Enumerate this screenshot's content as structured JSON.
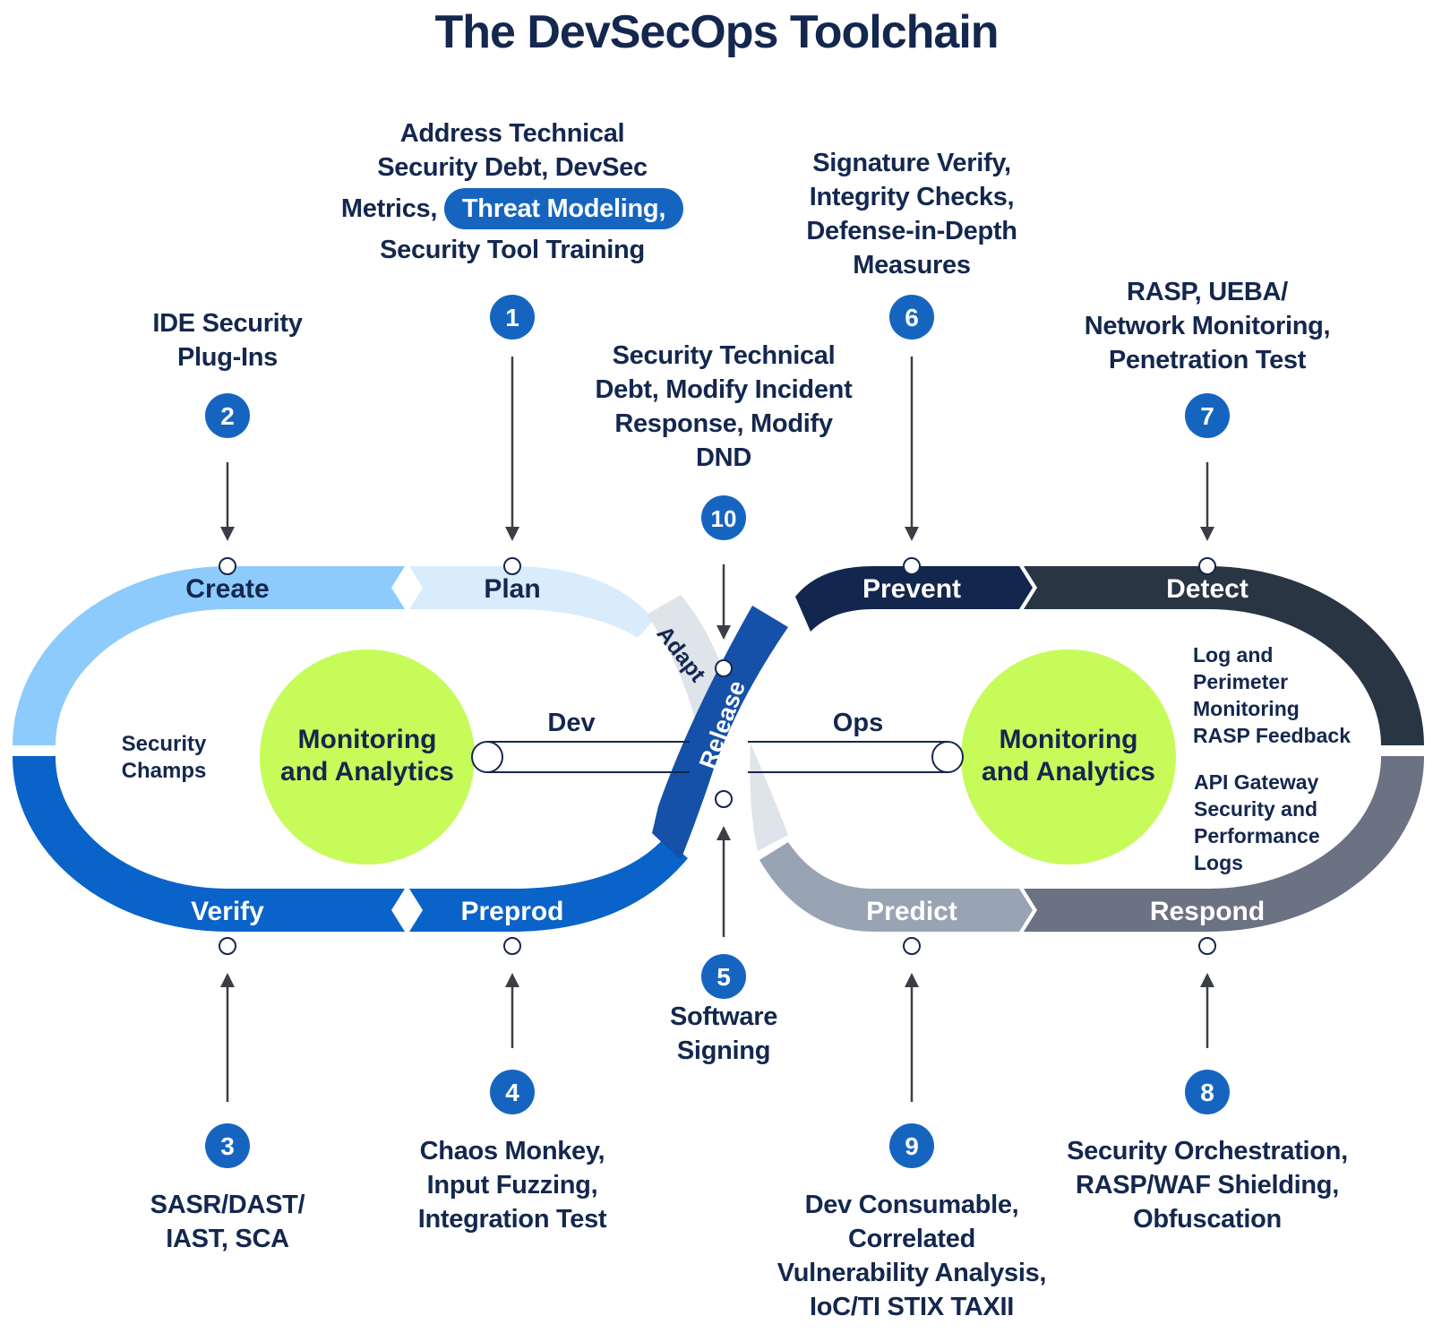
{
  "title": "The DevSecOps Toolchain",
  "colors": {
    "navy_text": "#14274e",
    "badge_blue": "#1565c0",
    "create": "#8ccbfb",
    "plan": "#d8ecfc",
    "verify": "#0a63c9",
    "preprod": "#0a63c9",
    "release": "#1551a8",
    "adapt": "#dfe3ea",
    "prevent": "#13264e",
    "detect": "#293543",
    "respond": "#6a7283",
    "predict": "#98a3b4",
    "monitoring_fill": "#c6fb5a"
  },
  "phases": {
    "create": "Create",
    "plan": "Plan",
    "verify": "Verify",
    "preprod": "Preprod",
    "prevent": "Prevent",
    "detect": "Detect",
    "predict": "Predict",
    "respond": "Respond",
    "adapt": "Adapt",
    "release": "Release",
    "dev": "Dev",
    "ops": "Ops"
  },
  "monitoring": [
    "Monitoring",
    "and Analytics"
  ],
  "security_champs": [
    "Security",
    "Champs"
  ],
  "ops_inner": {
    "block1": [
      "Log and",
      "Perimeter",
      "Monitoring",
      "RASP Feedback"
    ],
    "block2": [
      "API Gateway",
      "Security and",
      "Performance",
      "Logs"
    ]
  },
  "steps": [
    {
      "num": "1",
      "lines": [
        "Address Technical",
        "Security Debt, DevSec",
        "Metrics,",
        "Threat Modeling,",
        "Security Tool Training"
      ],
      "icon": "number-badge"
    },
    {
      "num": "2",
      "lines": [
        "IDE Security",
        "Plug-Ins"
      ]
    },
    {
      "num": "3",
      "lines": [
        "SASR/DAST/",
        "IAST, SCA"
      ]
    },
    {
      "num": "4",
      "lines": [
        "Chaos Monkey,",
        "Input Fuzzing,",
        "Integration Test"
      ]
    },
    {
      "num": "5",
      "lines": [
        "Software",
        "Signing"
      ]
    },
    {
      "num": "6",
      "lines": [
        "Signature Verify,",
        "Integrity Checks,",
        "Defense-in-Depth",
        "Measures"
      ]
    },
    {
      "num": "7",
      "lines": [
        "RASP, UEBA/",
        "Network Monitoring,",
        "Penetration Test"
      ]
    },
    {
      "num": "8",
      "lines": [
        "Security Orchestration,",
        "RASP/WAF Shielding,",
        "Obfuscation"
      ]
    },
    {
      "num": "9",
      "lines": [
        "Dev Consumable,",
        "Correlated",
        "Vulnerability Analysis,",
        "IoC/TI STIX TAXII"
      ]
    },
    {
      "num": "10",
      "lines": [
        "Security Technical",
        "Debt, Modify Incident",
        "Response, Modify",
        "DND"
      ]
    }
  ]
}
